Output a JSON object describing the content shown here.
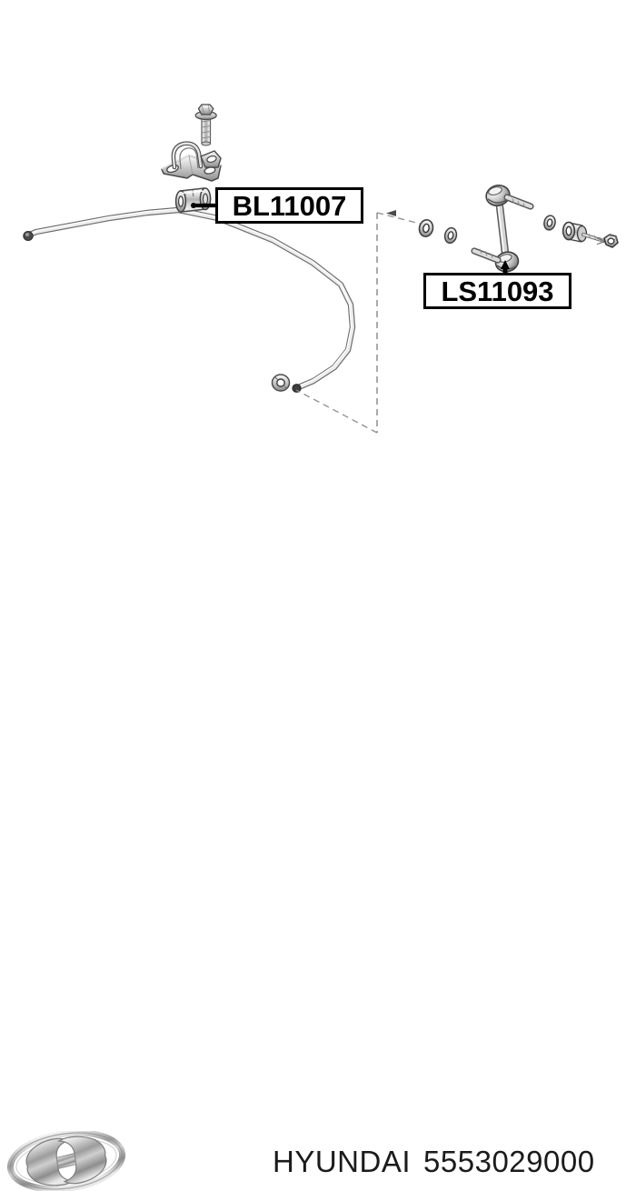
{
  "diagram": {
    "title": "Hyundai stabilizer bar assembly exploded diagram",
    "background_color": "#ffffff",
    "line_color": "#555555",
    "label_border_color": "#000000",
    "label_text_color": "#000000"
  },
  "labels": [
    {
      "id": "BL11007",
      "code": "BL11007",
      "describes": "stabilizer-bar-bushing"
    },
    {
      "id": "LS11093",
      "code": "LS11093",
      "describes": "stabilizer-link"
    }
  ],
  "parts": [
    {
      "name": "stabilizer-bar",
      "label": "Stabilizer bar"
    },
    {
      "name": "mounting-bracket",
      "label": "Bracket clamp"
    },
    {
      "name": "flange-bolt",
      "label": "Flange bolt"
    },
    {
      "name": "stabilizer-bar-bushing",
      "label": "Bar bushing"
    },
    {
      "name": "stabilizer-link",
      "label": "Stabilizer link"
    },
    {
      "name": "washer-left",
      "label": "Washer"
    },
    {
      "name": "washer-left-2",
      "label": "Washer"
    },
    {
      "name": "washer-right",
      "label": "Washer"
    },
    {
      "name": "link-bushing-right",
      "label": "Link bushing"
    },
    {
      "name": "lock-nut",
      "label": "Lock nut"
    },
    {
      "name": "end-bushing",
      "label": "End bushing"
    }
  ],
  "footer": {
    "brand": "HYUNDAI",
    "part_number": "5553029000",
    "logo_name": "hyundai-logo"
  }
}
